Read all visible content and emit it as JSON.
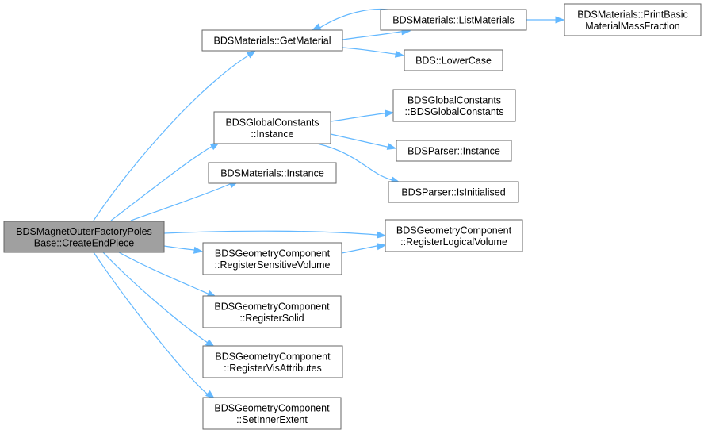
{
  "diagram": {
    "nodes": [
      {
        "id": "root",
        "lines": [
          "BDSMagnetOuterFactoryPoles",
          "Base::CreateEndPiece"
        ]
      },
      {
        "id": "getmat",
        "lines": [
          "BDSMaterials::GetMaterial"
        ]
      },
      {
        "id": "listmat",
        "lines": [
          "BDSMaterials::ListMaterials"
        ]
      },
      {
        "id": "printbasic",
        "lines": [
          "BDSMaterials::PrintBasic",
          "MaterialMassFraction"
        ]
      },
      {
        "id": "lower",
        "lines": [
          "BDS::LowerCase"
        ]
      },
      {
        "id": "gcinst",
        "lines": [
          "BDSGlobalConstants",
          "::Instance"
        ]
      },
      {
        "id": "gcctor",
        "lines": [
          "BDSGlobalConstants",
          "::BDSGlobalConstants"
        ]
      },
      {
        "id": "parserinst",
        "lines": [
          "BDSParser::Instance"
        ]
      },
      {
        "id": "parserinit",
        "lines": [
          "BDSParser::IsInitialised"
        ]
      },
      {
        "id": "matinst",
        "lines": [
          "BDSMaterials::Instance"
        ]
      },
      {
        "id": "reglv",
        "lines": [
          "BDSGeometryComponent",
          "::RegisterLogicalVolume"
        ]
      },
      {
        "id": "regsv",
        "lines": [
          "BDSGeometryComponent",
          "::RegisterSensitiveVolume"
        ]
      },
      {
        "id": "regsolid",
        "lines": [
          "BDSGeometryComponent",
          "::RegisterSolid"
        ]
      },
      {
        "id": "regvis",
        "lines": [
          "BDSGeometryComponent",
          "::RegisterVisAttributes"
        ]
      },
      {
        "id": "setinner",
        "lines": [
          "BDSGeometryComponent",
          "::SetInnerExtent"
        ]
      }
    ],
    "edges": [
      {
        "from": "root",
        "to": "getmat"
      },
      {
        "from": "root",
        "to": "gcinst"
      },
      {
        "from": "root",
        "to": "matinst"
      },
      {
        "from": "root",
        "to": "reglv"
      },
      {
        "from": "root",
        "to": "regsv"
      },
      {
        "from": "root",
        "to": "regsolid"
      },
      {
        "from": "root",
        "to": "regvis"
      },
      {
        "from": "root",
        "to": "setinner"
      },
      {
        "from": "getmat",
        "to": "listmat"
      },
      {
        "from": "listmat",
        "to": "getmat"
      },
      {
        "from": "listmat",
        "to": "printbasic"
      },
      {
        "from": "getmat",
        "to": "lower"
      },
      {
        "from": "gcinst",
        "to": "gcctor"
      },
      {
        "from": "gcinst",
        "to": "parserinst"
      },
      {
        "from": "gcinst",
        "to": "parserinit"
      },
      {
        "from": "regsv",
        "to": "reglv"
      }
    ],
    "colors": {
      "edge": "#63b8ff",
      "root_fill": "#a0a0a0",
      "node_border": "#666666"
    }
  }
}
